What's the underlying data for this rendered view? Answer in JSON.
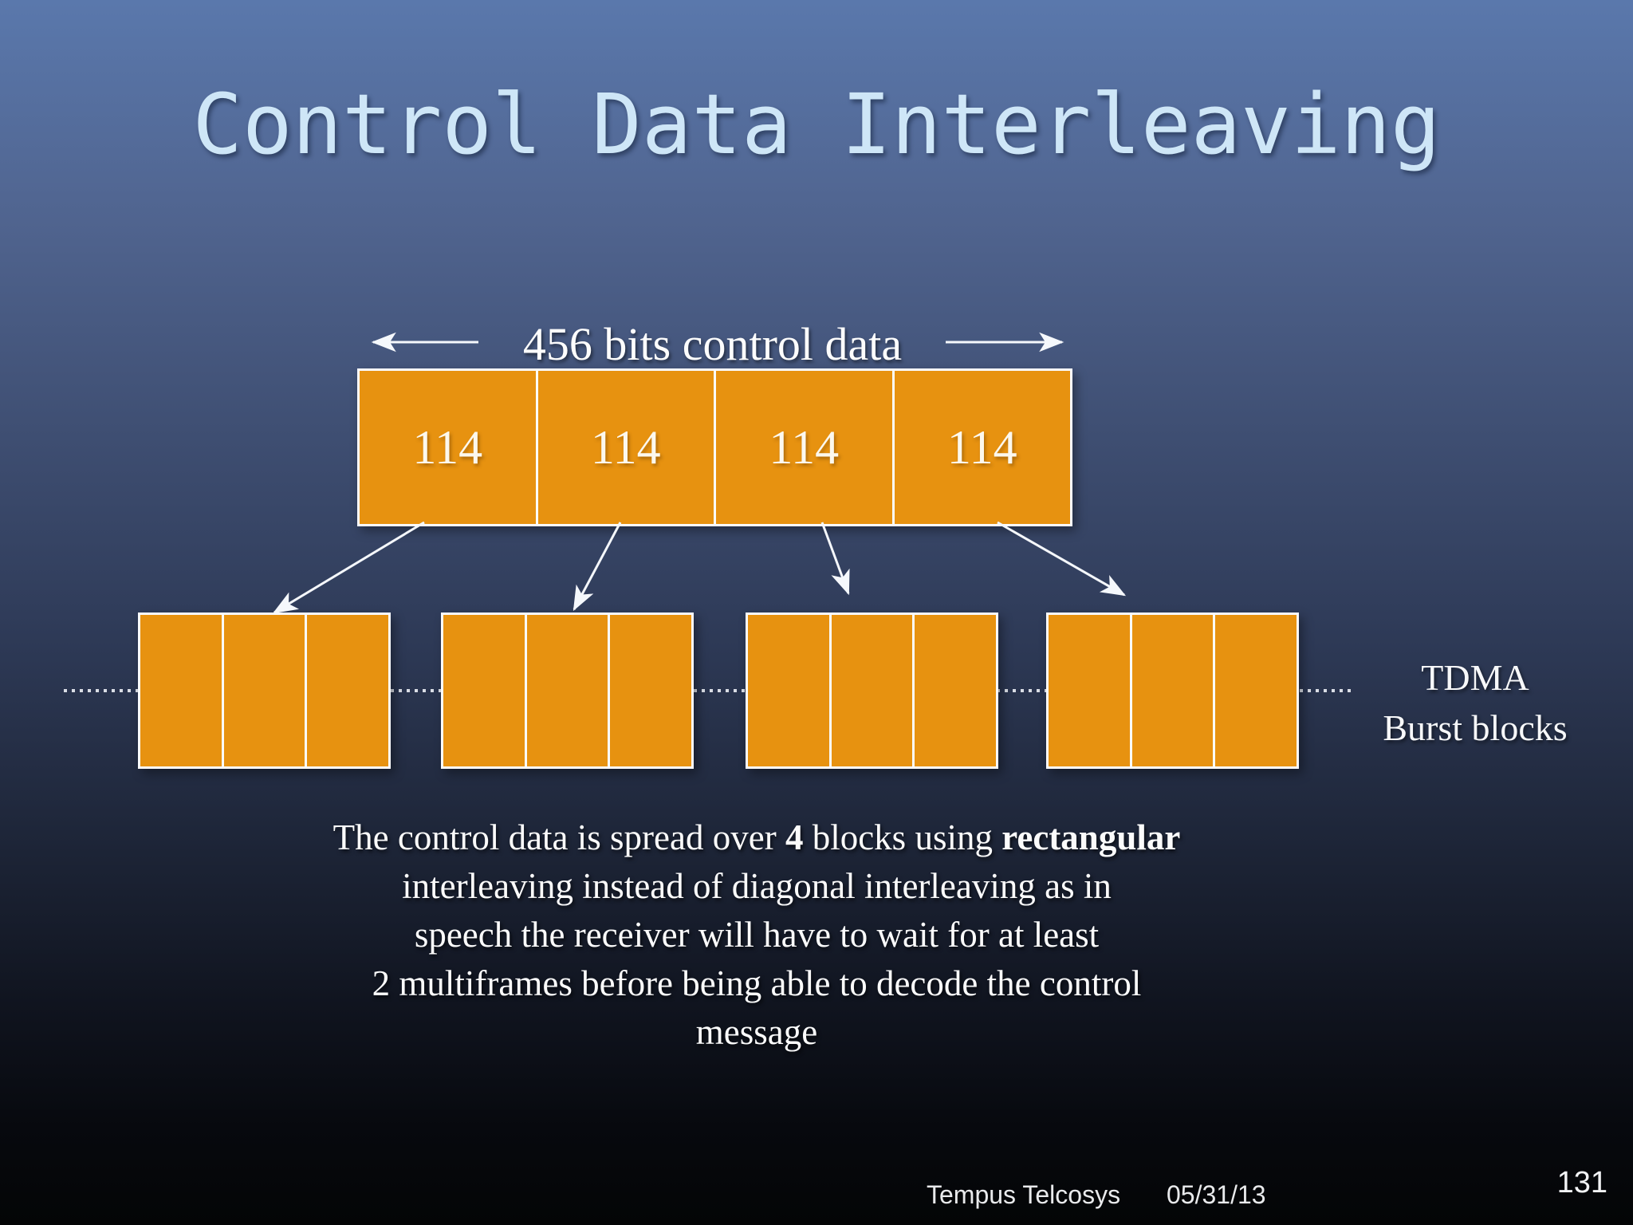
{
  "slide": {
    "title": "Control Data Interleaving",
    "diagram": {
      "span_label": "456 bits control data",
      "source_cells": [
        "114",
        "114",
        "114",
        "114"
      ],
      "burst_block_count": 4,
      "cells_per_burst_block": 3,
      "tdma_label": {
        "line1": "TDMA",
        "line2": "Burst blocks"
      }
    },
    "body": {
      "line1_pre": "The control data is spread over ",
      "line1_bold1": "4",
      "line1_mid": " blocks using ",
      "line1_bold2": "rectangular",
      "line2": "interleaving instead of diagonal interleaving as in",
      "line3": "speech the receiver will have to wait for at least",
      "line4": "2 multiframes before being able to decode the control",
      "line5": "message"
    },
    "footer": {
      "company": "Tempus Telcosys",
      "date": "05/31/13",
      "page_number": "131"
    },
    "colors": {
      "block_orange": "#E79210",
      "title_blue": "#CEE6F7",
      "text_white": "#FFFFFF",
      "background_top": "#5A78AC",
      "background_bottom": "#040506"
    }
  }
}
